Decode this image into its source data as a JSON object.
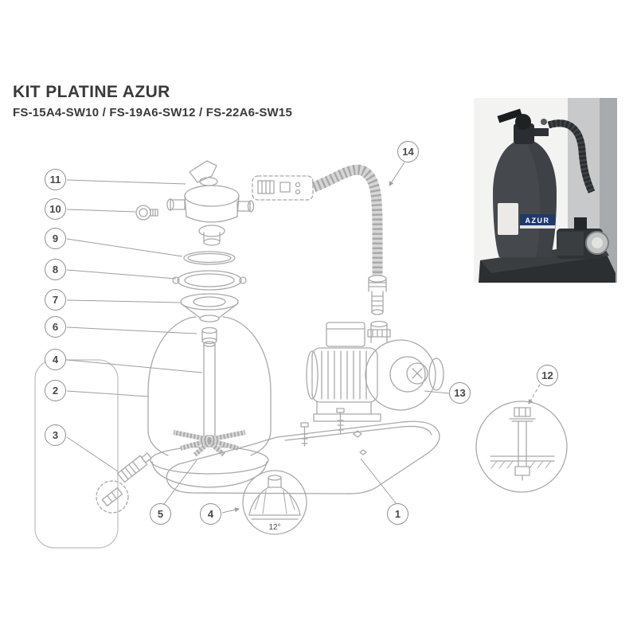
{
  "page": {
    "title": "KIT PLATINE AZUR",
    "subtitle": "FS-15A4-SW10 / FS-19A6-SW12 / FS-22A6-SW15"
  },
  "callouts": [
    {
      "n": "11"
    },
    {
      "n": "10"
    },
    {
      "n": "9"
    },
    {
      "n": "8"
    },
    {
      "n": "7"
    },
    {
      "n": "6"
    },
    {
      "n": "4"
    },
    {
      "n": "2"
    },
    {
      "n": "3"
    },
    {
      "n": "5"
    },
    {
      "n": "4"
    },
    {
      "n": "1"
    },
    {
      "n": "13"
    },
    {
      "n": "14"
    },
    {
      "n": "12"
    }
  ],
  "photo": {
    "tank_label": "AZUR"
  },
  "details": {
    "foot_angle": "12°"
  },
  "colors": {
    "line_gray": "#a9a9a9",
    "leader_gray": "#9e9e9e",
    "callout_border": "#8f8f8f",
    "text_dark": "#3a3a3a",
    "label_navy": "#1e3a6d"
  }
}
